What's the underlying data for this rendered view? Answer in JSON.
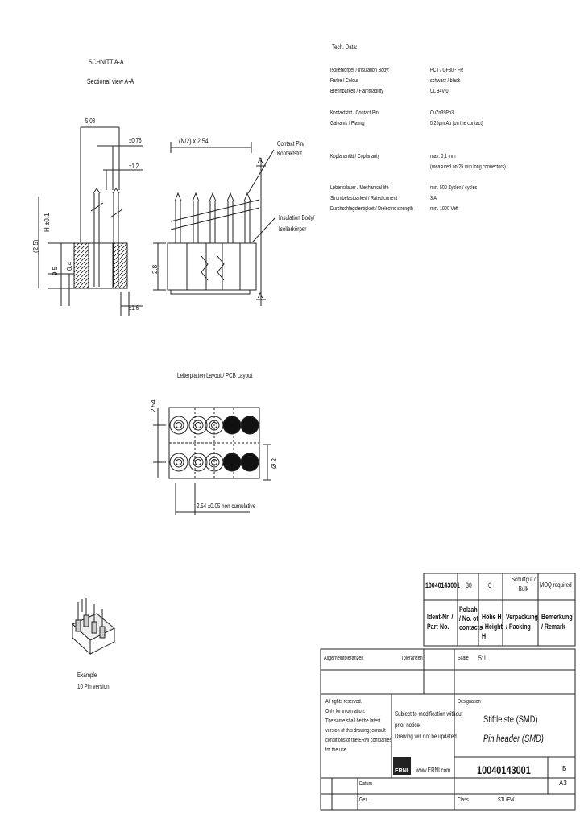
{
  "tech": {
    "heading": "Tech. Data:",
    "rows": [
      {
        "label": "Isolierkörper / Insulation Body:",
        "value": "PCT / GF30 - FR"
      },
      {
        "label": "Farbe / Colour",
        "value": "schwarz / black"
      },
      {
        "label": "Brennbarkeit / Flammability",
        "value": "UL 94V-0"
      },
      {
        "label": "Kontaktstift / Contact Pin",
        "value": "CuZn39Pb3"
      },
      {
        "label": "Galvanik / Plating",
        "value": "0,25µm Au (on the contact)"
      },
      {
        "label": "Koplanarität / Coplanarity",
        "value": "max. 0,1 mm"
      },
      {
        "label": "",
        "value": "(measured on 25 mm long connectors)"
      },
      {
        "label": "Lebensdauer / Mechanical life",
        "value": "min. 500 Zyklen / cycles"
      },
      {
        "label": "Strombelastbarkeit / Rated current",
        "value": "3 A"
      },
      {
        "label": "Durchschlagsfestigkeit / Dielectric strength",
        "value": "min. 1000 Veff"
      }
    ]
  },
  "section": {
    "title": "SCHNITT A-A",
    "subtitle": "Sectional view A-A",
    "dims": [
      "5.08",
      "±0.76",
      "±1.2",
      "H ±0.1",
      "(2.5)",
      "9.5",
      "0.4",
      "±1.6"
    ],
    "pitch": "(N/2) x 2.54",
    "height": "2.8",
    "letter_a": "A",
    "contact_label": [
      "Contact Pin/",
      "Kontaktstift"
    ],
    "body_label": [
      "Insulation Body/",
      "Isolierkörper"
    ]
  },
  "pcb": {
    "title": "Leiterplatten Layout / PCB Layout",
    "pitch_v": "2.54",
    "pitch_h": "2.54 ±0.05 non cumulative",
    "hole": "Ø 2"
  },
  "example": {
    "line1": "Example",
    "line2": "10 Pin version"
  },
  "order": {
    "values": [
      "10040143001",
      "30",
      "6",
      "Schüttgut / Bulk",
      "MOQ required"
    ],
    "headers": [
      "Ident-Nr. / Part-No.",
      "Polzahl / No. of contacts",
      "Höhe H / Height H",
      "Verpackung / Packing",
      "Bemerkung / Remark"
    ]
  },
  "titleblock": {
    "tolerance_label": "Toleranzen",
    "general_label": "Allgemeintoleranzen",
    "scale_label": "Scale",
    "scale_value": "5:1",
    "rights": [
      "All rights reserved.",
      "Only for information.",
      "The same shall be the latest",
      "version of this drawing; consult",
      "conditions of the ERNI companies",
      "for the use"
    ],
    "subject": [
      "Subject to modification without",
      "prior notice.",
      "Drawing will not be updated."
    ],
    "logo": "ERNI",
    "website": "www.ERNI.com",
    "designation_label": "Designation",
    "name_de": "Stiftleiste (SMD)",
    "name_en": "Pin header (SMD)",
    "part_no": "10040143001",
    "rev": "B",
    "sheet": "A3",
    "bottom_labels": [
      "Datum",
      "Gez.",
      "Class",
      "STL/EW"
    ]
  }
}
